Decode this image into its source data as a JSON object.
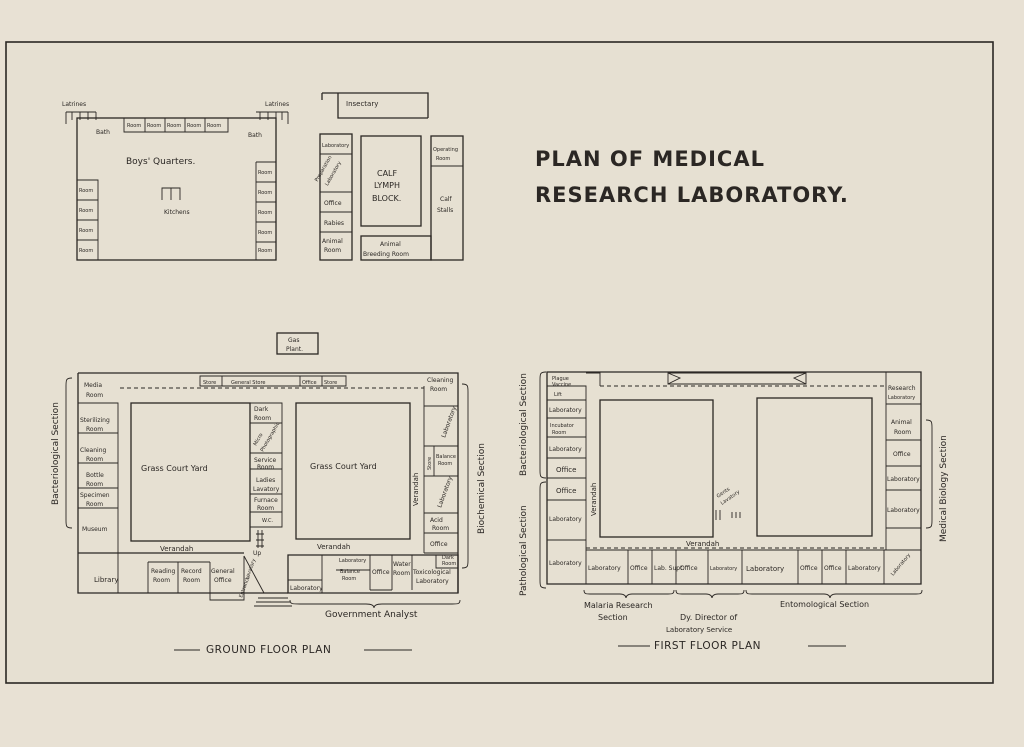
{
  "title": {
    "line1": "PLAN OF MEDICAL",
    "line2": "RESEARCH LABORATORY."
  },
  "boys_quarters": {
    "latrines_left": "Latrines",
    "latrines_right": "Latrines",
    "bath_left": "Bath",
    "bath_right": "Bath",
    "top_rooms": [
      "Room",
      "Room",
      "Room",
      "Room",
      "Room"
    ],
    "name": "Boys' Quarters.",
    "kitchens": "Kitchens",
    "left_rooms": [
      "Room",
      "Room",
      "Room",
      "Room"
    ],
    "right_rooms": [
      "Room",
      "Room",
      "Room",
      "Room",
      "Room"
    ]
  },
  "insectary": "Insectary",
  "calf_lymph": {
    "laboratory": "Laboratory",
    "preparation_lab_1": "Preparation",
    "preparation_lab_2": "Laboratory",
    "office": "Office",
    "rabies": "Rabies",
    "animal_room_1": "Animal",
    "animal_room_2": "Room",
    "block_1": "CALF",
    "block_2": "LYMPH",
    "block_3": "BLOCK.",
    "breeding_1": "Animal",
    "breeding_2": "Breeding Room",
    "operating_1": "Operating",
    "operating_2": "Room",
    "stalls_1": "Calf",
    "stalls_2": "Stalls"
  },
  "gas_plant": {
    "line1": "Gas",
    "line2": "Plant."
  },
  "ground_floor": {
    "caption": "GROUND FLOOR PLAN",
    "bacteriological_section": "Bacteriological Section",
    "biochemical_section": "Biochemical Section",
    "government_analyst": "Government Analyst",
    "left_rooms": [
      {
        "line1": "Media",
        "line2": "Room"
      },
      {
        "line1": "Sterilizing",
        "line2": "Room"
      },
      {
        "line1": "Cleaning",
        "line2": "Room"
      },
      {
        "line1": "Bottle",
        "line2": "Room"
      },
      {
        "line1": "Specimen",
        "line2": "Room"
      },
      {
        "line1": "Museum",
        "line2": ""
      }
    ],
    "top_store_1": "Store",
    "general_store": "General Store",
    "office_top": "Office",
    "store_top_2": "Store",
    "cleaning_room_right": {
      "line1": "Cleaning",
      "line2": "Room"
    },
    "grass_court_left": "Grass Court Yard",
    "grass_court_right": "Grass Court Yard",
    "center_rooms": [
      {
        "line1": "Dark",
        "line2": "Room"
      },
      {
        "line1": "Micro",
        "line2": "Photographic"
      },
      {
        "line1": "Service",
        "line2": "Room"
      },
      {
        "line1": "Ladies",
        "line2": "Lavatory"
      },
      {
        "line1": "Furnace",
        "line2": "Room"
      },
      {
        "line1": "W.C.",
        "line2": ""
      }
    ],
    "verandah_bottom_left": "Verandah",
    "verandah_bottom_right": "Verandah",
    "verandah_right_vertical": "Verandah",
    "up": "Up",
    "library": "Library",
    "reading_room": {
      "line1": "Reading",
      "line2": "Room"
    },
    "record_room": {
      "line1": "Record",
      "line2": "Room"
    },
    "general_office": {
      "line1": "General",
      "line2": "Office"
    },
    "lavatory": "Lavatory",
    "entrance": "Entrance",
    "right_column": [
      {
        "line1": "Laboratory",
        "line2": ""
      },
      {
        "line1": "Store",
        "line2": ""
      },
      {
        "line1": "Balance",
        "line2": "Room"
      },
      {
        "line1": "Laboratory",
        "line2": ""
      },
      {
        "line1": "Acid",
        "line2": "Room"
      },
      {
        "line1": "Office",
        "line2": ""
      },
      {
        "line1": "Dark",
        "line2": "Room"
      }
    ],
    "analyst_rooms": {
      "laboratory_top": "Laboratory",
      "balance_room": {
        "line1": "Balance",
        "line2": "Room"
      },
      "office": "Office",
      "water_room": {
        "line1": "Water",
        "line2": "Room"
      },
      "toxicological": {
        "line1": "Toxicological",
        "line2": "Laboratory"
      },
      "laboratory_bottom": "Laboratory"
    }
  },
  "first_floor": {
    "caption": "FIRST FLOOR PLAN",
    "bacteriological_section": "Bacteriological Section",
    "pathological_section": "Pathological Section",
    "medical_biology_section": "Medical Biology Section",
    "malaria_section": {
      "line1": "Malaria Research",
      "line2": "Section"
    },
    "director": {
      "line1": "Dy. Director of",
      "line2": "Laboratory Service"
    },
    "entomological_section": "Entomological Section",
    "left_rooms": [
      {
        "line1": "Plague",
        "line2": "Vaccine"
      },
      {
        "line1": "Lift",
        "line2": ""
      },
      {
        "line1": "Laboratory",
        "line2": ""
      },
      {
        "line1": "Incubator",
        "line2": "Room"
      },
      {
        "line1": "Laboratory",
        "line2": ""
      },
      {
        "line1": "Office",
        "line2": ""
      },
      {
        "line1": "Office",
        "line2": ""
      },
      {
        "line1": "Laboratory",
        "line2": ""
      },
      {
        "line1": "Laboratory",
        "line2": ""
      }
    ],
    "verandah_vertical": "Verandah",
    "verandah_bottom": "Verandah",
    "gents_lavatory": {
      "line1": "Gents",
      "line2": "Lavatory"
    },
    "bottom_rooms": [
      "Laboratory",
      "Office",
      "Lab. Supt.",
      "Office",
      "Laboratory",
      "Laboratory",
      "Office",
      "Office",
      "Laboratory",
      "Laboratory"
    ],
    "right_rooms": [
      {
        "line1": "Research",
        "line2": "Laboratory"
      },
      {
        "line1": "Animal",
        "line2": "Room"
      },
      {
        "line1": "Office",
        "line2": ""
      },
      {
        "line1": "Laboratory",
        "line2": ""
      },
      {
        "line1": "Laboratory",
        "line2": ""
      }
    ]
  }
}
